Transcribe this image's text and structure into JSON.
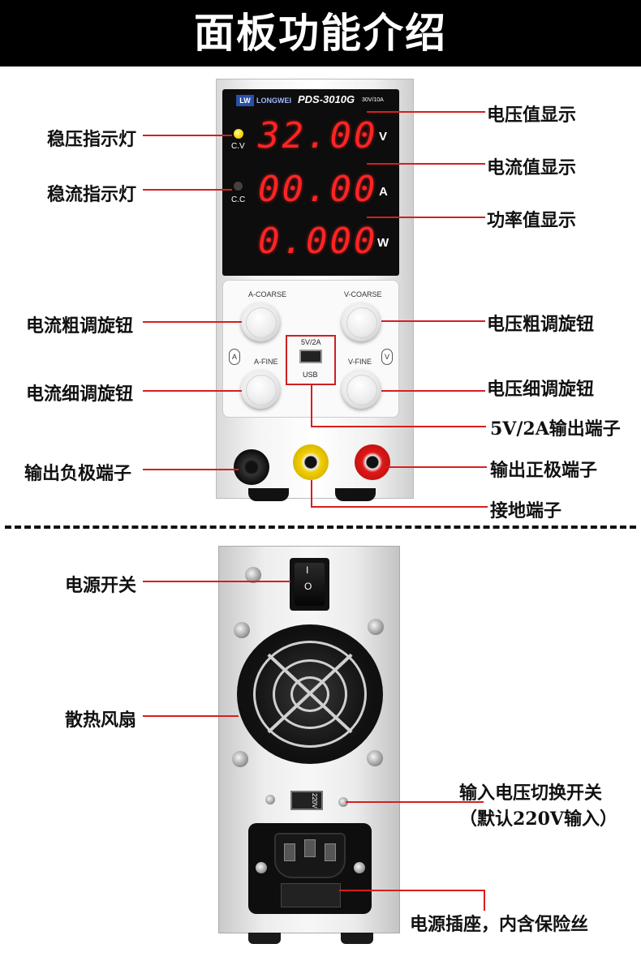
{
  "header": {
    "title": "面板功能介绍"
  },
  "device": {
    "brand_mark": "LW",
    "brand_name": "LONGWEI",
    "model": "PDS-3010G",
    "rating": "30V/10A",
    "display": {
      "voltage": "32.00",
      "voltage_unit": "V",
      "current": "00.00",
      "current_unit": "A",
      "power": "0.000",
      "power_unit": "W",
      "cv_label": "C.V",
      "cc_label": "C.C",
      "cv_led_color": "#f3d600"
    },
    "knobs": {
      "a_coarse": "A-COARSE",
      "v_coarse": "V-COARSE",
      "a_fine": "A-FINE",
      "v_fine": "V-FINE",
      "a_side": "A",
      "v_side": "V"
    },
    "usb": {
      "rating": "5V/2A",
      "label": "USB"
    },
    "terminal_colors": {
      "negative": "#111111",
      "ground": "#f2cf00",
      "positive": "#e01818"
    },
    "rocker": {
      "on": "I",
      "off": "O"
    },
    "selector_label": "220V"
  },
  "callouts": {
    "cv_indicator": "稳压指示灯",
    "cc_indicator": "稳流指示灯",
    "voltage_display": "电压值显示",
    "current_display": "电流值显示",
    "power_display": "功率值显示",
    "current_coarse": "电流粗调旋钮",
    "voltage_coarse": "电压粗调旋钮",
    "current_fine": "电流细调旋钮",
    "voltage_fine": "电压细调旋钮",
    "usb_output": "5V/2A输出端子",
    "negative_terminal": "输出负极端子",
    "positive_terminal": "输出正极端子",
    "ground_terminal": "接地端子",
    "power_switch": "电源开关",
    "fan": "散热风扇",
    "voltage_selector_line1": "输入电压切换开关",
    "voltage_selector_line2": "（默认220V输入）",
    "power_socket": "电源插座，内含保险丝"
  },
  "colors": {
    "leader_line": "#d81e1e",
    "header_bg": "#000000"
  }
}
